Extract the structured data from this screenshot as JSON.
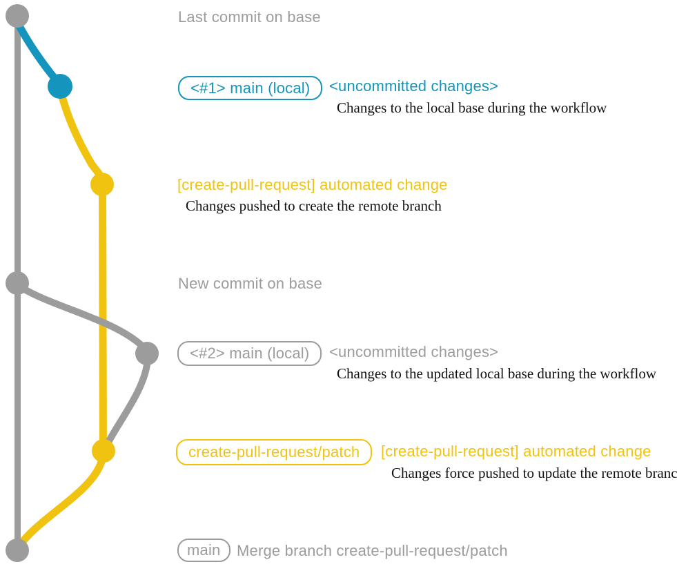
{
  "colors": {
    "gray": "#9c9c9c",
    "blue": "#1495bd",
    "yellow": "#f0c310",
    "ink": "#111111"
  },
  "rows": {
    "last_commit_label": "Last commit on base",
    "branch1_box": "<#1> main (local)",
    "branch1_status": "<uncommitted changes>",
    "branch1_note": "Changes to the local base during the workflow",
    "push1_title": "[create-pull-request] automated change",
    "push1_note": "Changes pushed to create the remote branch",
    "new_commit_label": "New commit on base",
    "branch2_box": "<#2> main (local)",
    "branch2_status": "<uncommitted changes>",
    "branch2_note": "Changes to the updated local base during the workflow",
    "patch_box": "create-pull-request/patch",
    "push2_title": "[create-pull-request] automated change",
    "push2_note": "Changes force pushed to update the remote branch",
    "main_box": "main",
    "merge_message": "Merge branch create-pull-request/patch"
  }
}
